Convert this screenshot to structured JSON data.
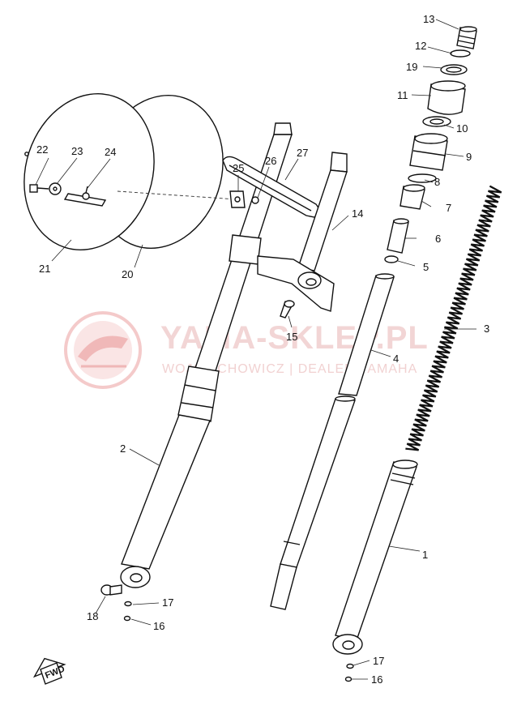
{
  "watermark": {
    "brand": "YAMA-SKLEP.PL",
    "dealer": "WOJCIECHOWICZ | DEALER YAMAHA"
  },
  "fwd_mark": "FWD",
  "parts": [
    {
      "id": "p1",
      "num": "1"
    },
    {
      "id": "p2",
      "num": "2"
    },
    {
      "id": "p3",
      "num": "3"
    },
    {
      "id": "p4",
      "num": "4"
    },
    {
      "id": "p5",
      "num": "5"
    },
    {
      "id": "p6",
      "num": "6"
    },
    {
      "id": "p7",
      "num": "7"
    },
    {
      "id": "p8",
      "num": "8"
    },
    {
      "id": "p9",
      "num": "9"
    },
    {
      "id": "p10",
      "num": "10"
    },
    {
      "id": "p11",
      "num": "11"
    },
    {
      "id": "p12",
      "num": "12"
    },
    {
      "id": "p13",
      "num": "13"
    },
    {
      "id": "p14",
      "num": "14"
    },
    {
      "id": "p15",
      "num": "15"
    },
    {
      "id": "p16a",
      "num": "16"
    },
    {
      "id": "p16b",
      "num": "16"
    },
    {
      "id": "p17a",
      "num": "17"
    },
    {
      "id": "p17b",
      "num": "17"
    },
    {
      "id": "p18",
      "num": "18"
    },
    {
      "id": "p19",
      "num": "19"
    },
    {
      "id": "p20",
      "num": "20"
    },
    {
      "id": "p21",
      "num": "21"
    },
    {
      "id": "p22",
      "num": "22"
    },
    {
      "id": "p23",
      "num": "23"
    },
    {
      "id": "p24",
      "num": "24"
    },
    {
      "id": "p25",
      "num": "25"
    },
    {
      "id": "p26",
      "num": "26"
    },
    {
      "id": "p27",
      "num": "27"
    }
  ]
}
